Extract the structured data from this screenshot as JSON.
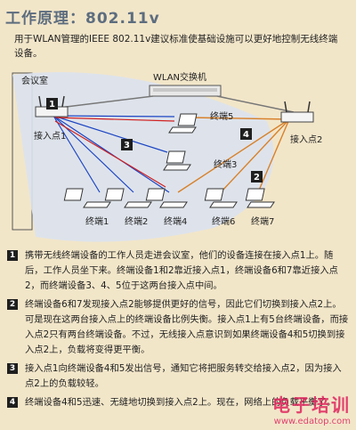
{
  "header": {
    "title": "工作原理：802.11v",
    "intro": "用于WLAN管理的IEEE 802.11v建议标准使基础设施可以更好地控制无线终端设备。"
  },
  "diagram": {
    "room_label": "会议室",
    "switch_label": "WLAN交换机",
    "ap1_label": "接入点1",
    "ap2_label": "接入点2",
    "terminals": [
      "终端1",
      "终端2",
      "终端3",
      "终端4",
      "终端5",
      "终端6",
      "终端7"
    ],
    "markers": [
      "1",
      "2",
      "3",
      "4"
    ],
    "colors": {
      "ap1_links": "#1c45c4",
      "ap2_links": "#d8812a",
      "room_fill": "#dbe2ee",
      "marker_bg": "#1f1f1f"
    }
  },
  "steps": [
    {
      "num": "1",
      "text": "携带无线终端设备的工作人员走进会议室，他们的设备连接在接入点1上。随后，工作人员坐下来。终端设备1和2靠近接入点1，终端设备6和7靠近接入点2，而终端设备3、4、5位于这两台接入点中间。"
    },
    {
      "num": "2",
      "text": "终端设备6和7发现接入点2能够提供更好的信号，因此它们切换到接入点2上。可是现在这两台接入点上的终端设备比例失衡。接入点1上有5台终端设备，而接入点2只有两台终端设备。不过，无线接入点意识到如果终端设备4和5切换到接入点2上，负载将变得更平衡。"
    },
    {
      "num": "3",
      "text": "接入点1向终端设备4和5发出信号，通知它将把服务转交给接入点2，因为接入点2上的负载较轻。"
    },
    {
      "num": "4",
      "text": "终端设备4和5迅速、无缝地切换到接入点2上。现在，网络上的负载平衡了。"
    }
  ],
  "watermark": {
    "main": "电子培训",
    "url": "www.edatop.com"
  }
}
